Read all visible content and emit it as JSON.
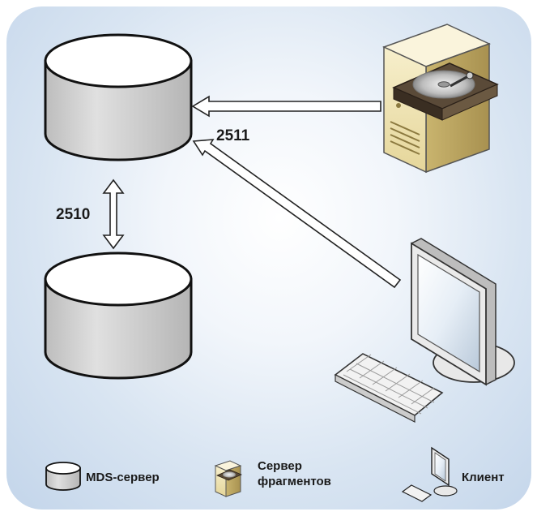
{
  "links": {
    "mds_replication_port": "2510",
    "mds_access_port": "2511"
  },
  "legend": {
    "mds_server": "MDS-сервер",
    "chunk_server_line1": "Сервер",
    "chunk_server_line2": "фрагментов",
    "client": "Клиент"
  },
  "colors": {
    "background_edge": "#c3d5ea",
    "background_center": "#ffffff",
    "cylinder_top": "#ffffff",
    "cylinder_side": "#cfcfcf",
    "case_body": "#f1e6b8",
    "arrow_fill": "#ffffff",
    "outline": "#111111"
  },
  "icons": {
    "mds_server": "database-cylinder-icon",
    "chunk_server": "server-tower-with-hard-drive-icon",
    "client": "desktop-computer-icon"
  }
}
